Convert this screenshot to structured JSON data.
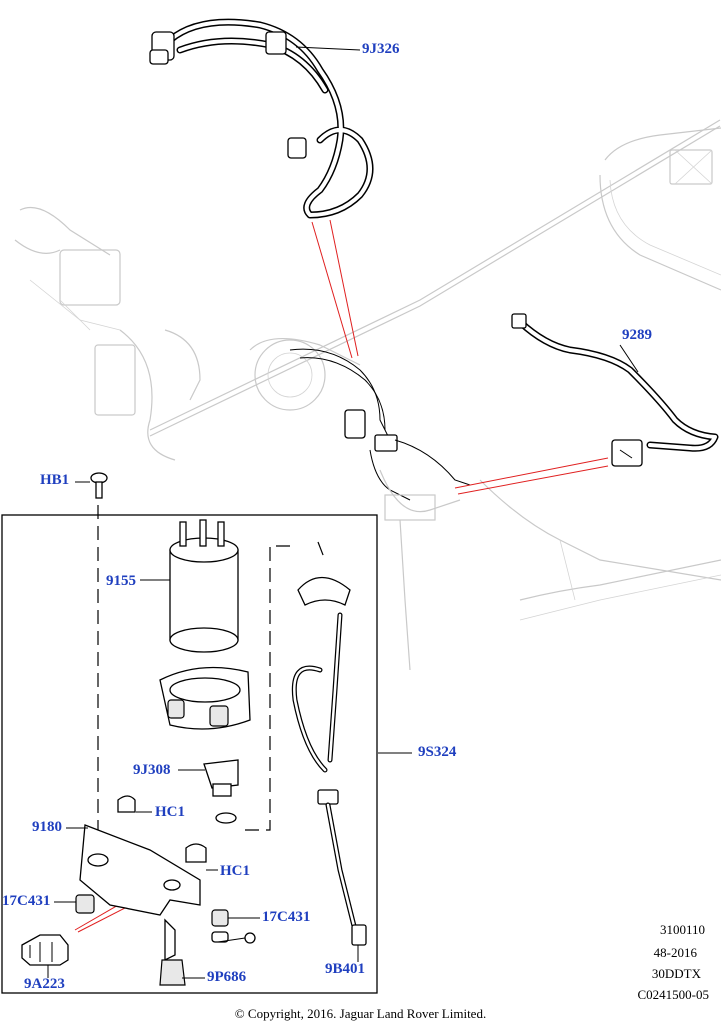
{
  "callouts": {
    "c9J326": "9J326",
    "c9289": "9289",
    "cHB1": "HB1",
    "c9155": "9155",
    "c9J308": "9J308",
    "c9S324": "9S324",
    "c9180": "9180",
    "cHC1a": "HC1",
    "cHC1b": "HC1",
    "c17C431a": "17C431",
    "c17C431b": "17C431",
    "c9A223": "9A223",
    "c9P686": "9P686",
    "c9B401": "9B401"
  },
  "reference": {
    "line1": "3100110",
    "line2": "48-2016",
    "line3": "30DDTX",
    "line4": "C0241500-05"
  },
  "copyright": "© Copyright, 2016. Jaguar Land Rover Limited.",
  "colors": {
    "callout": "#1f3fbf",
    "highlight_line": "#e02020",
    "ghost": "#c9c9c9"
  }
}
